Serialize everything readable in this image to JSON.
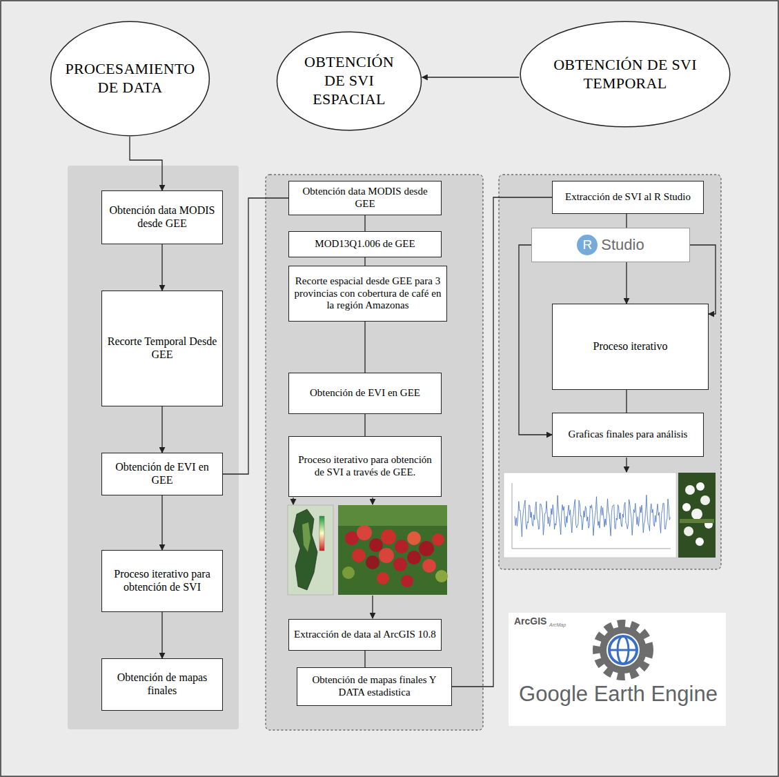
{
  "diagram": {
    "nodes": [
      {
        "text": [
          "PROCESAMIENTO DE DATA"
        ]
      },
      {
        "text": [
          "OBTENCIÓN DE SVI ESPACIAL"
        ]
      },
      {
        "text": [
          "OBTENCIÓN DE SVI TEMPORAL"
        ]
      },
      {
        "text": [
          "Obtención data MODIS desde GEE"
        ]
      },
      {
        "text": [
          "Recorte Temporal Desde GEE"
        ]
      },
      {
        "text": [
          "Obtención de EVI en GEE"
        ]
      },
      {
        "text": [
          "Proceso iterativo para obtención de SVI"
        ]
      },
      {
        "text": [
          "Obtención de mapas finales"
        ]
      },
      {
        "text": [
          "Obtención data MODIS desde GEE"
        ]
      },
      {
        "text": [
          "MOD13Q1.006 de GEE"
        ]
      },
      {
        "text": [
          "Recorte espacial desde GEE para 3 provincias con cobertura de café en la región Amazonas"
        ]
      },
      {
        "text": [
          "Obtención de EVI en GEE"
        ]
      },
      {
        "text": [
          "Proceso iterativo para obtención de SVI a través de GEE."
        ]
      },
      {
        "text": [
          "Extracción de data al ArcGIS 10.8"
        ]
      },
      {
        "text": [
          "Obtención de mapas finales Y DATA estadistica"
        ]
      },
      {
        "text": [
          "Extracción de SVI al R Studio"
        ]
      },
      {
        "text": [
          "R",
          "Studio"
        ]
      },
      {
        "text": [
          "Proceso iterativo"
        ]
      },
      {
        "text": [
          "Graficas finales para análisis"
        ]
      }
    ],
    "edges": [
      {
        "from": 2,
        "to": 1,
        "arrow": "to"
      },
      {
        "from": 0,
        "to": 3,
        "arrow": "to"
      },
      {
        "from": 3,
        "to": 4,
        "arrow": "to"
      },
      {
        "from": 4,
        "to": 5,
        "arrow": "to"
      },
      {
        "from": 5,
        "to": 6,
        "arrow": "to"
      },
      {
        "from": 6,
        "to": 7,
        "arrow": "to"
      },
      {
        "from": 5,
        "to": 8,
        "arrow": "none"
      },
      {
        "from": 8,
        "to": 9,
        "arrow": "none"
      },
      {
        "from": 9,
        "to": 10,
        "arrow": "none"
      },
      {
        "from": 10,
        "to": 11,
        "arrow": "none"
      },
      {
        "from": 11,
        "to": 12,
        "arrow": "none"
      },
      {
        "from": 13,
        "to": 14,
        "arrow": "none"
      },
      {
        "from": 14,
        "to": 15,
        "arrow": "none"
      },
      {
        "from": 15,
        "to": 16,
        "arrow": "none"
      },
      {
        "from": 16,
        "to": 17,
        "arrow": "to"
      },
      {
        "from": 16,
        "to": 17,
        "arrow": "to"
      },
      {
        "from": 16,
        "to": 18,
        "arrow": "to"
      },
      {
        "from": 17,
        "to": 18,
        "arrow": "none"
      }
    ],
    "labels": [
      "ArcGIS",
      "ArcMap",
      "Google Earth Engine"
    ]
  }
}
